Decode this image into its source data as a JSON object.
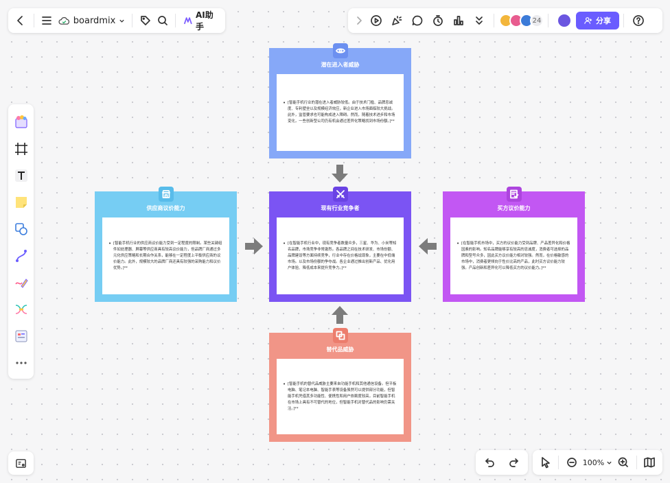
{
  "app": {
    "brand": "boardmix",
    "ai_label": "AI助手",
    "share_label": "分享",
    "collaborator_count": "24",
    "zoom": "100%"
  },
  "colors": {
    "accent": "#6a5cff",
    "top_card": "#86a8f8",
    "center_card": "#7b54f3",
    "left_card": "#76cdf3",
    "right_card": "#c257f3",
    "bottom_card": "#f19587",
    "arrow": "#7c7c7c"
  },
  "diagram": {
    "top": {
      "title": "潜在进入者威胁",
      "icon": "eye-icon",
      "text": "[智能手机行业的潜在进入者威胁较低。由于技术门槛、品牌忠诚度、专利壁垒以及规模经济效应，新企业进入市场面临较大挑战。此外，监管要求也可能构成进入障碍。然而，随着技术进步和市场变化，一些创新型公司仍有机会通过差异化策略找到市场份额。]**"
    },
    "center": {
      "title": "现有行业竞争者",
      "icon": "crossed-swords-icon",
      "text": "[在智能手机行业中，现有竞争者数量众多，三星、华为、小米等知名品牌，市场竞争非常激烈。各品牌之间在技术研发、市场份额、品牌建设等方面持续竞争，行业中存在价格战现象，主要在中低端市场。以及市场份额的争夺战。各企业通过推出创新产品、优化用户体验、降低成本来提升竞争力。]**"
    },
    "left": {
      "title": "供应商议价能力",
      "icon": "shop-icon",
      "text": "[智能手机行业的供应商议价能力受到一定程度的限制。某些关键组件如处理器、屏幕等供应商具有较高议价能力，但品牌厂商通过多元化供应策略和长期合作关系，能够在一定程度上平衡供应商的议价能力。此外，规模较大的品牌厂商还具有较强的采购能力和议价优势。]**"
    },
    "right": {
      "title": "买方议价能力",
      "icon": "document-check-icon",
      "text": "[在智能手机市场中，买方的议价能力受到品牌、产品差异化和价格因素的影响。知名品牌能够享有较高的忠诚度，消费者可选择的品牌和型号众多，因此买方议价能力相对较强。然而，在价格敏感的市场中，消费者更倾向于性价比高的产品，此时买方议价能力较强。产品创新和差异化可以降低买方的议价能力。]**"
    },
    "bottom": {
      "title": "替代品威胁",
      "icon": "copy-icon",
      "text": "[智能手机的替代品威胁主要来自功能手机和其他通信设备。但平板电脑、笔记本电脑、智能手表等设备虽然可以提供部分功能，但智能手机凭借其多功能性、便携性和用户依赖度较高，目前智能手机在市场上具有不可替代的地位，但智能手机对替代品的影响仍需关注。]**"
    }
  },
  "left_toolbar": [
    "sticker-pack-icon",
    "frame-icon",
    "text-icon",
    "sticky-note-icon",
    "shape-icon",
    "connector-icon",
    "pen-icon",
    "mindmap-icon",
    "template-icon",
    "more-icon"
  ]
}
